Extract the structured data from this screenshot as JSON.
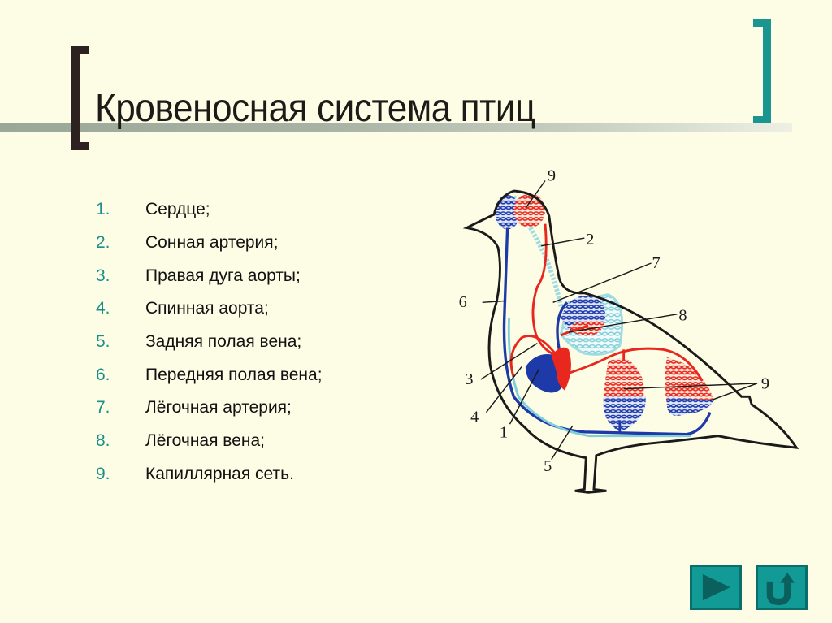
{
  "slide": {
    "title": "Кровеносная система птиц",
    "colors": {
      "background": "#fdfde6",
      "left_bracket": "#2e2220",
      "right_bracket": "#1a9590",
      "list_numbers": "#1a8f8a",
      "nav_button": "#129a96"
    }
  },
  "legend": {
    "items": [
      {
        "num": "1.",
        "label": "Сердце;"
      },
      {
        "num": "2.",
        "label": "Сонная артерия;"
      },
      {
        "num": "3.",
        "label": "Правая дуга аорты;"
      },
      {
        "num": "4.",
        "label": "Спинная аорта;"
      },
      {
        "num": "5.",
        "label": "Задняя полая вена;"
      },
      {
        "num": "6.",
        "label": "Передняя полая вена;"
      },
      {
        "num": "7.",
        "label": "Лёгочная артерия;"
      },
      {
        "num": "8.",
        "label": "Лёгочная вена;"
      },
      {
        "num": "9.",
        "label": "Капиллярная сеть."
      }
    ]
  },
  "diagram": {
    "subject": "bird-circulatory-system",
    "labels": [
      "9",
      "2",
      "7",
      "6",
      "8",
      "3",
      "9",
      "4",
      "1",
      "5"
    ],
    "colors": {
      "arterial": "#e8281e",
      "venous": "#1e3aa8",
      "capillary_light": "#8fd6e0",
      "outline": "#1a1a1a"
    }
  },
  "navigation": {
    "next_icon": "play-triangle-icon",
    "return_icon": "u-turn-arrow-icon"
  }
}
